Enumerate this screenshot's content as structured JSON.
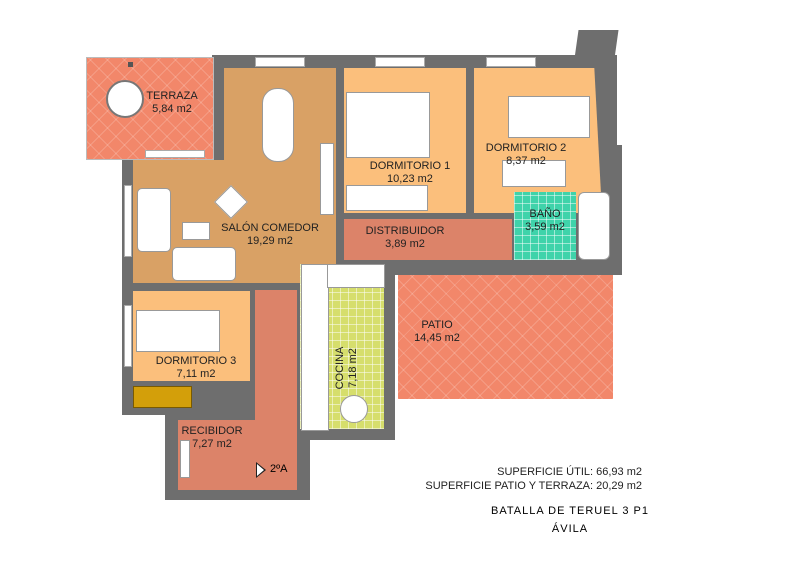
{
  "rooms": {
    "terraza": {
      "name": "TERRAZA",
      "area": "5,84 m2"
    },
    "salon": {
      "name": "SALÓN COMEDOR",
      "area": "19,29 m2"
    },
    "dormitorio1": {
      "name": "DORMITORIO 1",
      "area": "10,23 m2"
    },
    "dormitorio2": {
      "name": "DORMITORIO 2",
      "area": "8,37 m2"
    },
    "bano": {
      "name": "BAÑO",
      "area": "3,59 m2"
    },
    "distribuidor": {
      "name": "DISTRIBUIDOR",
      "area": "3,89 m2"
    },
    "patio": {
      "name": "PATIO",
      "area": "14,45 m2"
    },
    "cocina": {
      "name": "COCINA",
      "area": "7,18 m2"
    },
    "dormitorio3": {
      "name": "DORMITORIO 3",
      "area": "7,11 m2"
    },
    "recibidor": {
      "name": "RECIBIDOR",
      "area": "7,27 m2"
    }
  },
  "entrance_label": "2ºA",
  "summary": {
    "useful_area": "SUPERFICIE ÚTIL: 66,93 m2",
    "patio_terrace_area": "SUPERFICIE PATIO Y TERRAZA: 20,29 m2"
  },
  "address": {
    "street": "BATALLA DE TERUEL 3 P1",
    "city": "ÁVILA"
  },
  "colors": {
    "wall": "#6e6e6e",
    "terrace": "#f2876a",
    "living": "#d9a165",
    "bedroom": "#fbbf7c",
    "hall": "#dc8369",
    "bath": "#3fd3aa",
    "kitchen": "#d6de6c",
    "wardrobe": "#d39f0a"
  }
}
